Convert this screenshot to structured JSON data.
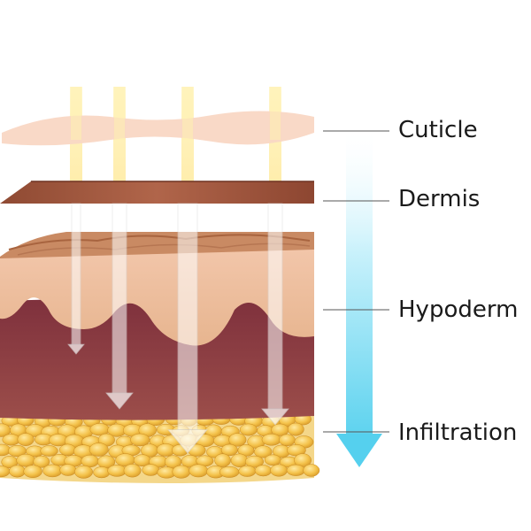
{
  "layers": [
    {
      "id": "cuticle",
      "label": "Cuticle"
    },
    {
      "id": "dermis",
      "label": "Dermis"
    },
    {
      "id": "hypoderm",
      "label": "Hypoderm"
    },
    {
      "id": "infiltration",
      "label": "Infiltration"
    }
  ],
  "colors": {
    "cuticle_sheet": "#f9d7c4",
    "dermis_sheet": "#a55a3c",
    "skin_top": "#e9b89a",
    "skin_mid": "#e6bf9d",
    "muscle": "#8a3a45",
    "fat": "#f1c24b",
    "beam": "#fff0a8",
    "penetration_arrow": "#8ee0f4",
    "leader_line": "#555555"
  }
}
